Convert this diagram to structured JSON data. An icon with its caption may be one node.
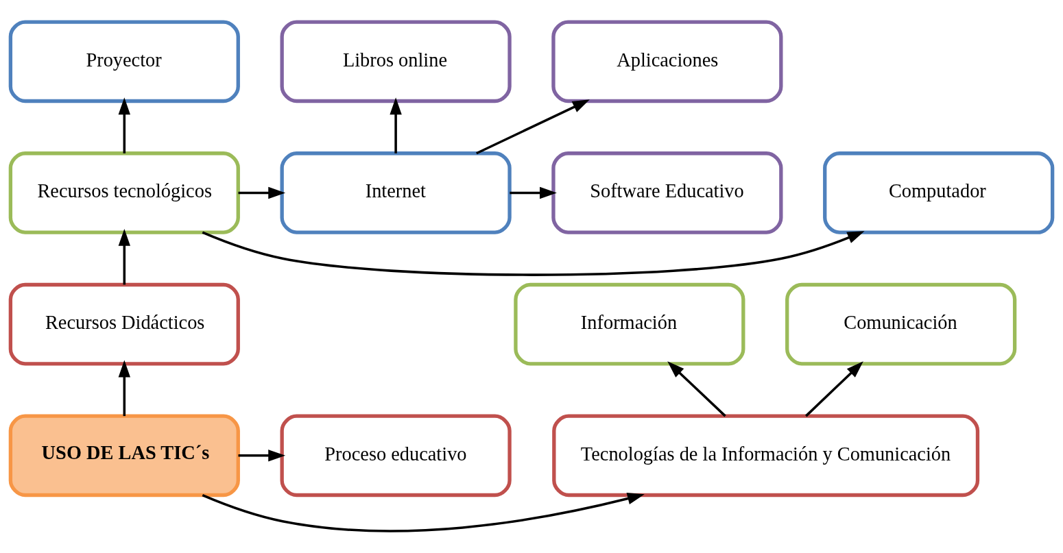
{
  "diagram": {
    "nodes": [
      {
        "text": [
          "Proyector"
        ]
      },
      {
        "text": [
          "Computador"
        ]
      },
      {
        "text": [
          "Recursos tecnológicos"
        ]
      },
      {
        "text": [
          "Internet"
        ]
      },
      {
        "text": [
          "Software Educativo"
        ]
      },
      {
        "text": [
          "Recursos Didácticos"
        ]
      },
      {
        "text": [
          "Libros online"
        ]
      },
      {
        "text": [
          "Aplicaciones"
        ]
      },
      {
        "text": [
          "Tecnologías de la Información y Comunicación"
        ]
      },
      {
        "text": [
          "USO DE LAS TIC´s"
        ]
      },
      {
        "text": [
          "Proceso educativo"
        ]
      },
      {
        "text": [
          "Información"
        ]
      },
      {
        "text": [
          "Comunicación"
        ]
      }
    ],
    "edges": [
      {
        "from": 9,
        "to": 5,
        "arrow": "to"
      },
      {
        "from": 5,
        "to": 2,
        "arrow": "to"
      },
      {
        "from": 2,
        "to": 0,
        "arrow": "to"
      },
      {
        "from": 2,
        "to": 1,
        "arrow": "to"
      },
      {
        "from": 2,
        "to": 3,
        "arrow": "to"
      },
      {
        "from": 3,
        "to": 4,
        "arrow": "to"
      },
      {
        "from": 3,
        "to": 6,
        "arrow": "to"
      },
      {
        "from": 3,
        "to": 7,
        "arrow": "to"
      },
      {
        "from": 9,
        "to": 8,
        "arrow": "to"
      },
      {
        "from": 9,
        "to": 10,
        "arrow": "to"
      },
      {
        "from": 8,
        "to": 11,
        "arrow": "to"
      },
      {
        "from": 8,
        "to": 12,
        "arrow": "to"
      }
    ]
  }
}
